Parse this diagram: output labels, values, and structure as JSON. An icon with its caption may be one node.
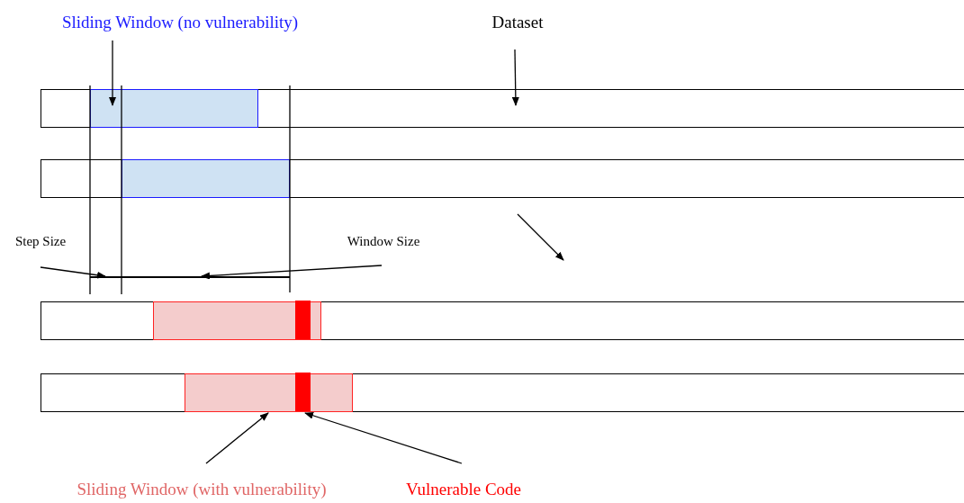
{
  "diagram": {
    "nodes": [
      {
        "text": [
          "Sliding Window (no vulnerability)"
        ]
      },
      {
        "text": [
          "Dataset"
        ]
      },
      {
        "text": [],
        "shape": "bar"
      },
      {
        "text": [],
        "shape": "box",
        "in": 2
      },
      {
        "text": [],
        "shape": "bar"
      },
      {
        "text": [],
        "shape": "box",
        "in": 4
      },
      {
        "text": [
          "Step Size"
        ]
      },
      {
        "text": [
          "Window Size"
        ]
      },
      {
        "text": [],
        "shape": "bar"
      },
      {
        "text": [],
        "shape": "box",
        "in": 8
      },
      {
        "text": [],
        "shape": "bar",
        "in": 9
      },
      {
        "text": [],
        "shape": "bar"
      },
      {
        "text": [],
        "shape": "box",
        "in": 11
      },
      {
        "text": [],
        "shape": "bar",
        "in": 12
      },
      {
        "text": [
          "Sliding Window (with vulnerability)"
        ]
      },
      {
        "text": [
          "Vulnerable Code"
        ]
      },
      {
        "text": [],
        "shape": "line"
      }
    ],
    "edges": [
      {
        "from": 0,
        "to": 3,
        "arrow": "to"
      },
      {
        "from": 1,
        "to": 2,
        "arrow": "to"
      },
      {
        "from": 6,
        "to": 16,
        "arrow": "to"
      },
      {
        "from": 7,
        "to": 16,
        "arrow": "to"
      },
      {
        "from": 14,
        "to": 12,
        "arrow": "to"
      },
      {
        "from": 15,
        "to": 13,
        "arrow": "to"
      }
    ]
  }
}
